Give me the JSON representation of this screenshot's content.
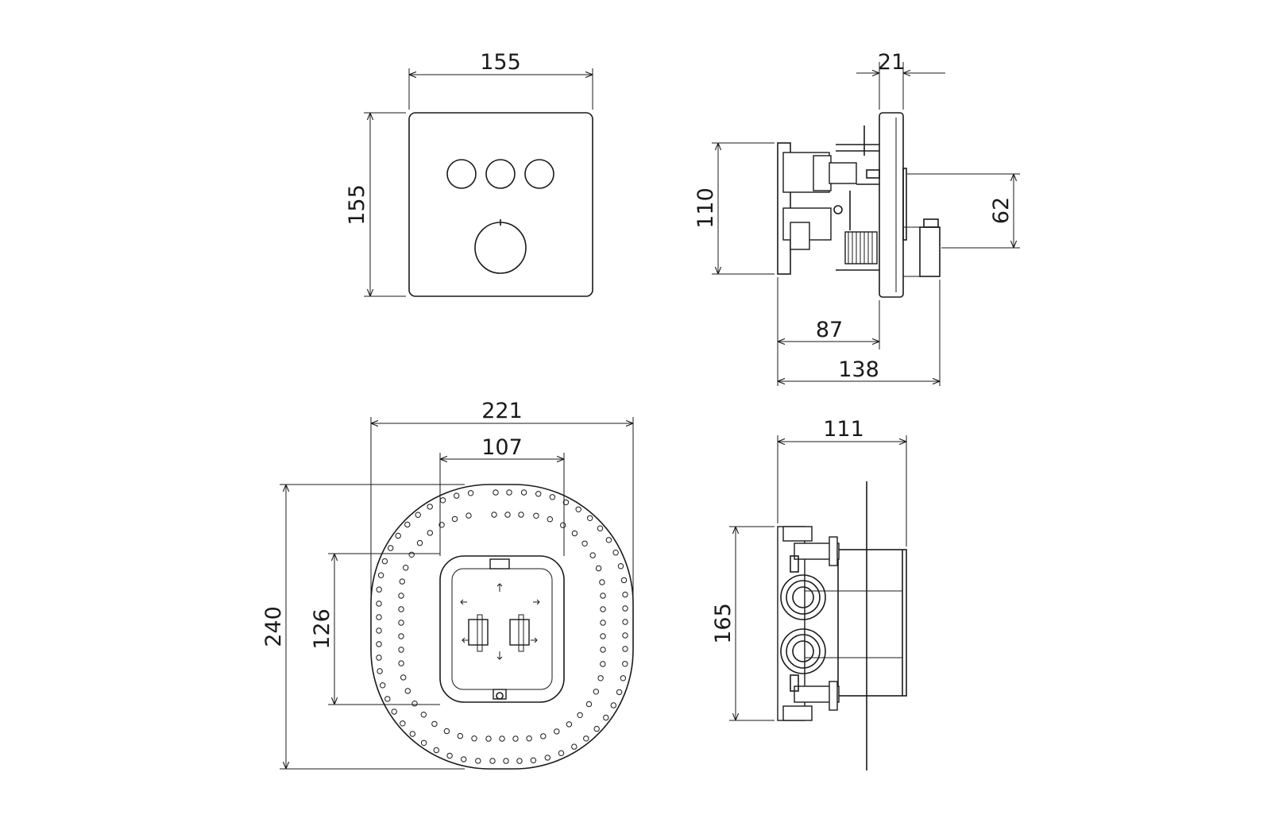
{
  "dimensions": {
    "front_width": "155",
    "front_height": "155",
    "side_thickness": "21",
    "side_height": "110",
    "side_offset": "62",
    "side_depth_87": "87",
    "side_depth_138": "138",
    "box_width": "221",
    "box_inner_width": "107",
    "box_height": "240",
    "box_inner_height": "126",
    "body_depth": "111",
    "body_height": "165"
  },
  "colors": {
    "line": "#1a1a1a",
    "background": "#ffffff"
  }
}
